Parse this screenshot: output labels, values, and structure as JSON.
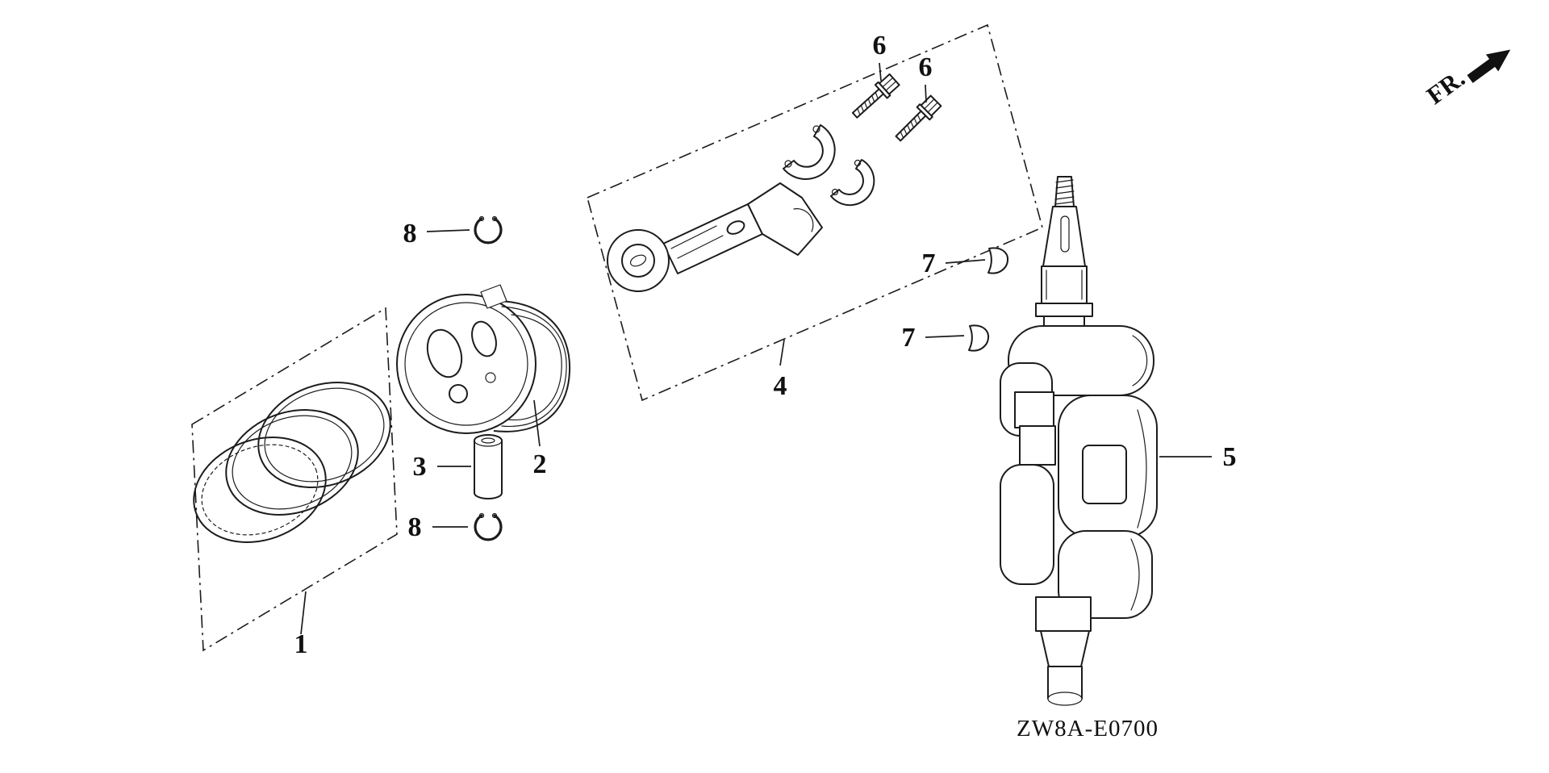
{
  "page": {
    "background": "#ffffff",
    "ink": "#1c1c1c",
    "code": "ZW8A-E0700",
    "direction_indicator": "FR."
  },
  "callouts": [
    {
      "text": "1"
    },
    {
      "text": "2"
    },
    {
      "text": "3"
    },
    {
      "text": "4"
    },
    {
      "text": "5"
    },
    {
      "text": "6"
    },
    {
      "text": "6"
    },
    {
      "text": "7"
    },
    {
      "text": "7"
    },
    {
      "text": "8"
    },
    {
      "text": "8"
    }
  ]
}
